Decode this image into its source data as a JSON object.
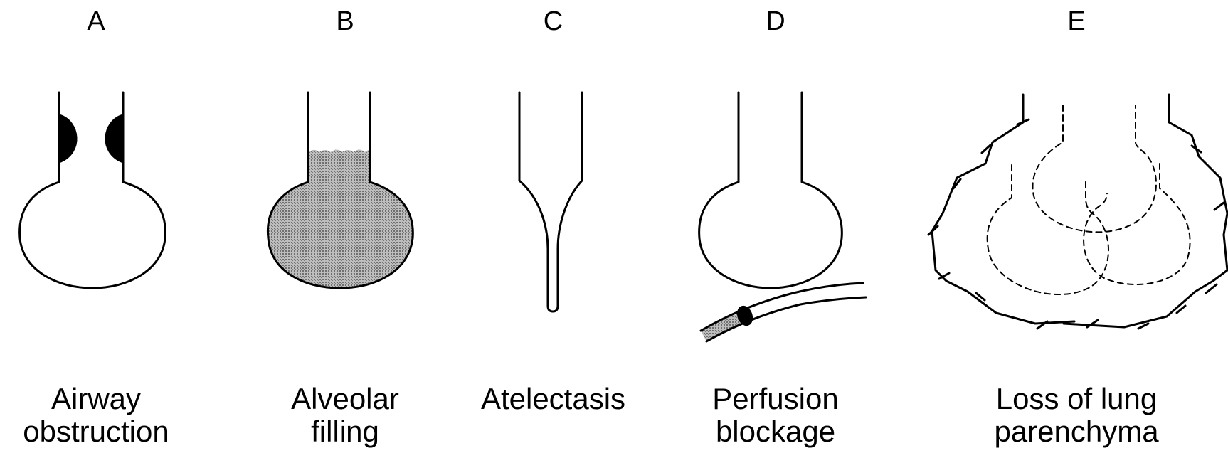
{
  "panels": [
    {
      "letter": "A",
      "caption": [
        "Airway",
        "obstruction"
      ]
    },
    {
      "letter": "B",
      "caption": [
        "Alveolar",
        "filling"
      ]
    },
    {
      "letter": "C",
      "caption": [
        "Atelectasis"
      ]
    },
    {
      "letter": "D",
      "caption": [
        "Perfusion",
        "blockage"
      ]
    },
    {
      "letter": "E",
      "caption": [
        "Loss of lung",
        "parenchyma"
      ]
    }
  ],
  "colors": {
    "ink": "#000000",
    "fill": "#9a9a9a",
    "background": "#ffffff"
  }
}
